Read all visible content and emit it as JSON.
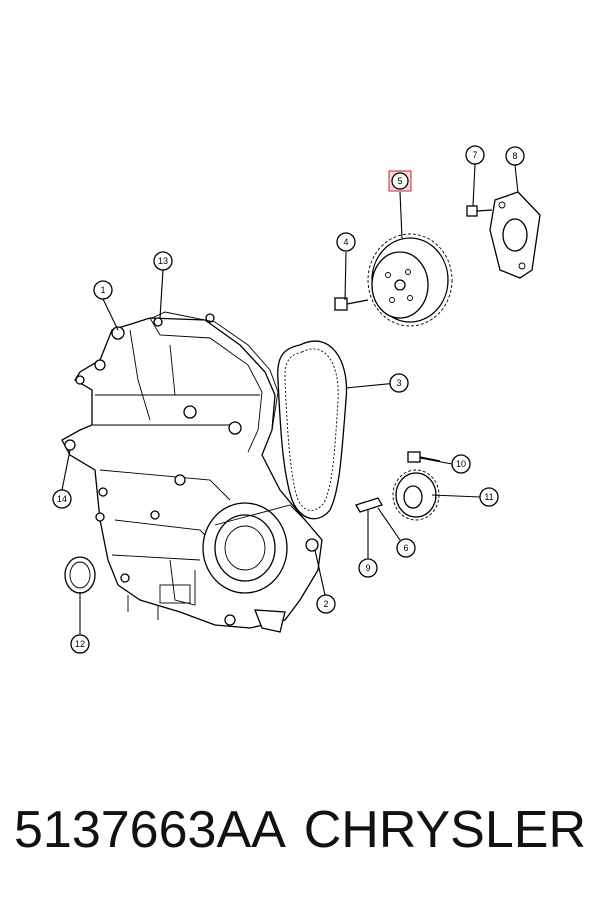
{
  "callouts": [
    {
      "id": "callout-1",
      "label": "1"
    },
    {
      "id": "callout-2",
      "label": "2"
    },
    {
      "id": "callout-3",
      "label": "3"
    },
    {
      "id": "callout-4",
      "label": "4"
    },
    {
      "id": "callout-5",
      "label": "5",
      "highlighted": true
    },
    {
      "id": "callout-6",
      "label": "6"
    },
    {
      "id": "callout-7",
      "label": "7"
    },
    {
      "id": "callout-8",
      "label": "8"
    },
    {
      "id": "callout-9",
      "label": "9"
    },
    {
      "id": "callout-10",
      "label": "10"
    },
    {
      "id": "callout-11",
      "label": "11"
    },
    {
      "id": "callout-12",
      "label": "12"
    },
    {
      "id": "callout-13",
      "label": "13"
    },
    {
      "id": "callout-14",
      "label": "14"
    }
  ],
  "footer": {
    "part_number": "5137663AA",
    "brand": "CHRYSLER"
  },
  "colors": {
    "highlight_fill": "#f6d9df",
    "highlight_stroke": "#d9434f"
  }
}
